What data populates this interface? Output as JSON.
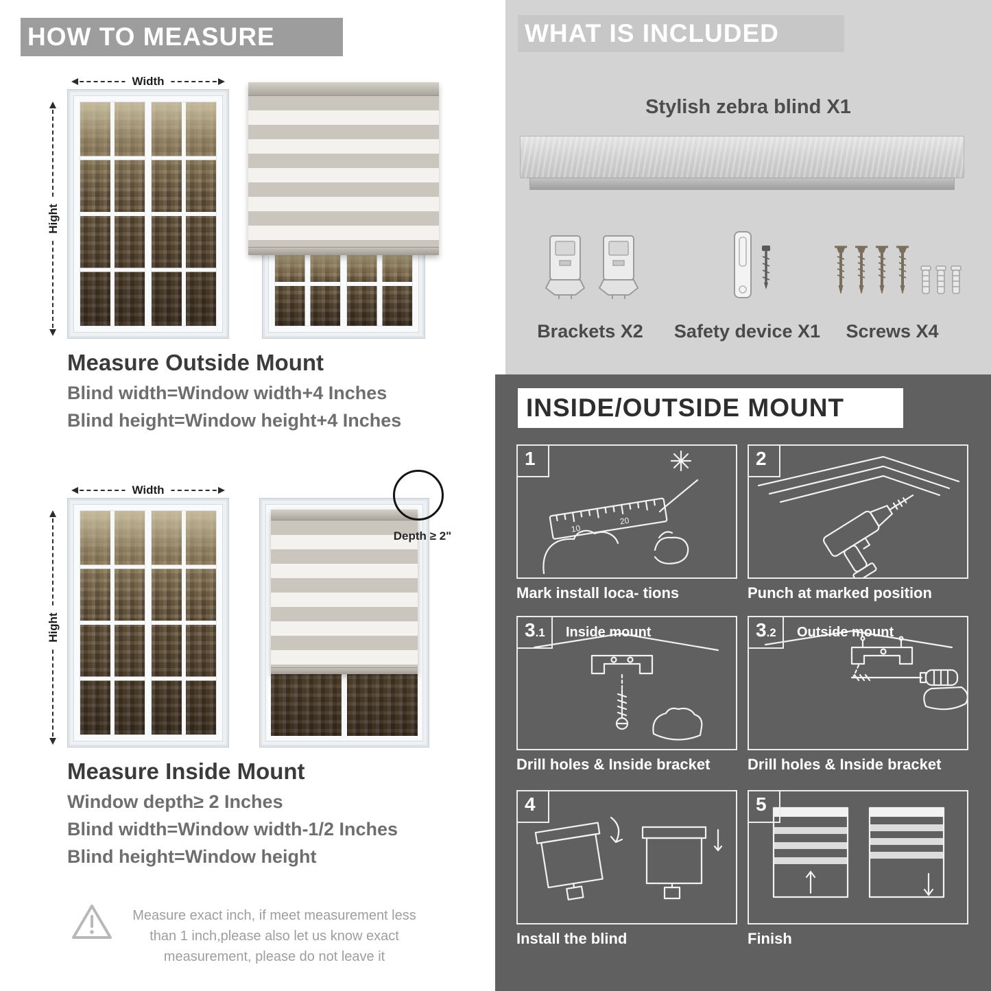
{
  "colors": {
    "left_banner": "#9d9d9d",
    "right_banner": "#c7c7c7",
    "light_panel": "#d3d3d3",
    "dark_panel": "#606060",
    "heading_text": "#3b3b3b",
    "body_text": "#6e6e6e"
  },
  "left": {
    "header": "HOW TO MEASURE",
    "width_label": "Width",
    "height_label": "Hight",
    "depth_label": "Depth ≥ 2\"",
    "outside": {
      "title": "Measure Outside Mount",
      "line1": "Blind width=Window width+4 Inches",
      "line2": "Blind height=Window height+4 Inches"
    },
    "inside": {
      "title": "Measure Inside Mount",
      "line1": "Window depth≥ 2 Inches",
      "line2": "Blind width=Window width-1/2 Inches",
      "line3": "Blind height=Window height"
    },
    "warning": "Measure exact inch, if meet measurement less than 1 inch,please also let us know exact measurement, please do not leave it"
  },
  "included": {
    "header": "WHAT IS INCLUDED",
    "blind_label": "Stylish zebra blind X1",
    "items": [
      {
        "label": "Brackets X2"
      },
      {
        "label": "Safety device X1"
      },
      {
        "label": "Screws X4"
      }
    ]
  },
  "mount": {
    "header": "INSIDE/OUTSIDE MOUNT",
    "ruler_marks": [
      "10",
      "20"
    ],
    "steps": [
      {
        "num": "1",
        "sub": "",
        "title": "",
        "caption": "Mark install loca- tions"
      },
      {
        "num": "2",
        "sub": "",
        "title": "",
        "caption": "Punch at  marked position"
      },
      {
        "num": "3",
        "sub": ".1",
        "title": "Inside mount",
        "caption": "Drill holes &  Inside bracket"
      },
      {
        "num": "3",
        "sub": ".2",
        "title": "Outside mount",
        "caption": "Drill holes &  Inside bracket"
      },
      {
        "num": "4",
        "sub": "",
        "title": "",
        "caption": "Install the blind"
      },
      {
        "num": "5",
        "sub": "",
        "title": "",
        "caption": "Finish"
      }
    ]
  }
}
